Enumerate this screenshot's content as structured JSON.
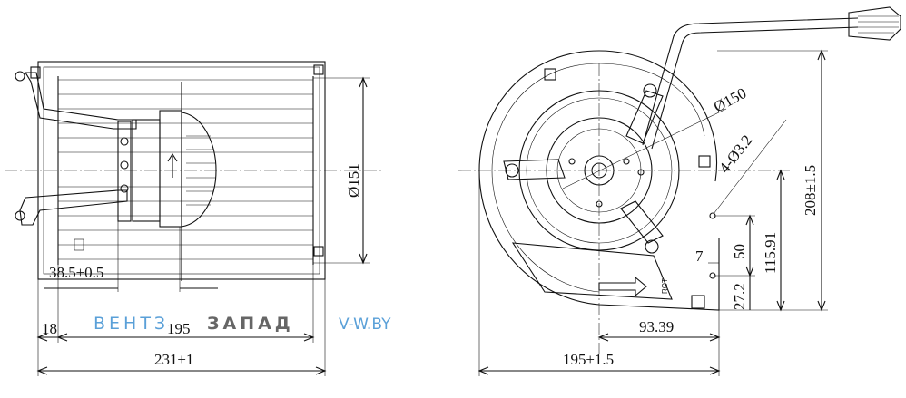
{
  "watermark": {
    "word_left": "ВЕНТЗ",
    "word_right": "ЗАПАД",
    "url": "V-W.BY",
    "color_blue": "#5aa0d8",
    "color_gray": "#666666"
  },
  "side_view": {
    "dim_diameter": "Ø151",
    "dim_offset": "38.5±0.5",
    "dim_left": "18",
    "dim_inner": "195",
    "dim_total": "231±1"
  },
  "front_view": {
    "dim_impeller": "Ø150",
    "dim_holes": "4-Ø3.2",
    "dim_height": "208±1.5",
    "dim_height_center": "115.91",
    "dim_50": "50",
    "dim_7": "7",
    "dim_27": "27.2",
    "dim_93": "93.39",
    "dim_width": "195±1.5",
    "arrow_label": "ROT"
  }
}
